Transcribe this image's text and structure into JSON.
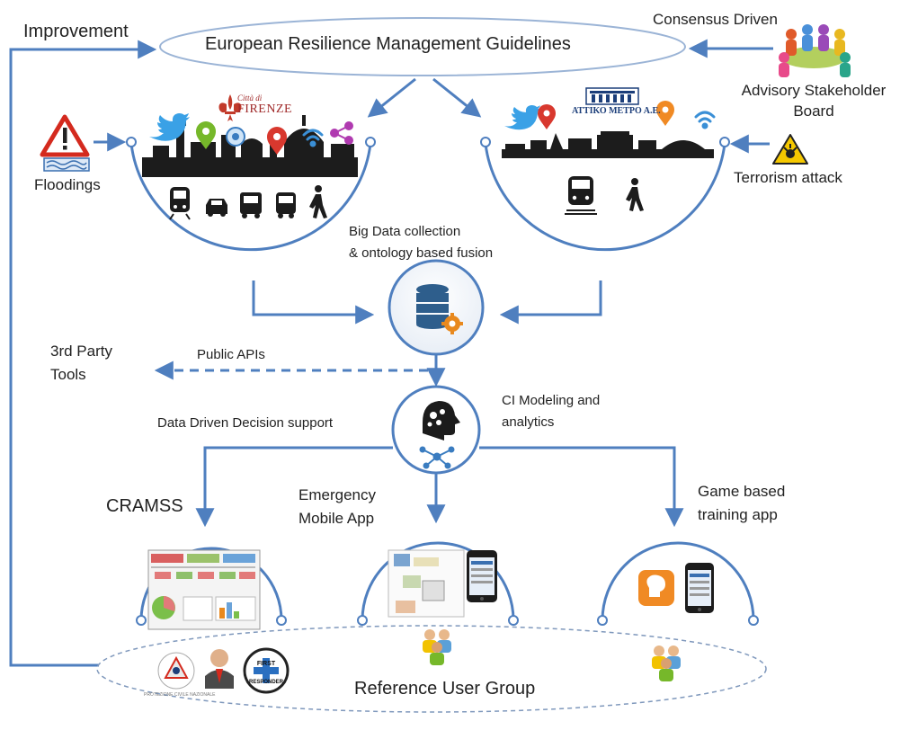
{
  "title": "European Resilience Management Guidelines",
  "improvement": "Improvement",
  "consensus": "Consensus  Driven",
  "advisory": {
    "line1": "Advisory Stakeholder",
    "line2": "Board"
  },
  "floodings": "Floodings",
  "terrorism": "Terrorism attack",
  "firenze_logo": {
    "line1": "Città di",
    "line2": "FIRENZE"
  },
  "attiko_logo": "ΑΤΤΙΚΟ ΜΕΤΡΟ Α.Ε.",
  "bigdata": {
    "line1": "Big Data collection",
    "line2": "& ontology based fusion"
  },
  "third_party": {
    "line1": "3rd Party",
    "line2": "Tools"
  },
  "public_apis": "Public APIs",
  "ci_modeling": {
    "line1": "CI Modeling  and",
    "line2": "analytics"
  },
  "decision_support": "Data Driven Decision support",
  "cramss": "CRAMSS",
  "emergency": {
    "line1": "Emergency",
    "line2": "Mobile  App"
  },
  "game": {
    "line1": "Game based",
    "line2": "training app"
  },
  "reference_group": "Reference User Group",
  "logos": {
    "protezione": "PROTEZIONE CIVILE NAZIONALE",
    "first_responder": {
      "line1": "FIRST",
      "line2": "RESPONDER"
    }
  },
  "colors": {
    "line": "#4f7fbf",
    "skyline": "#1c1c1c",
    "warning": "#d42a1e",
    "hazard": "#f5c800",
    "db": "#2e5e8c",
    "gear": "#e8891e",
    "twitter": "#3aa1e6",
    "pin_green": "#76b82a",
    "pin_red": "#d8382e",
    "pin_orange": "#f08a24"
  }
}
